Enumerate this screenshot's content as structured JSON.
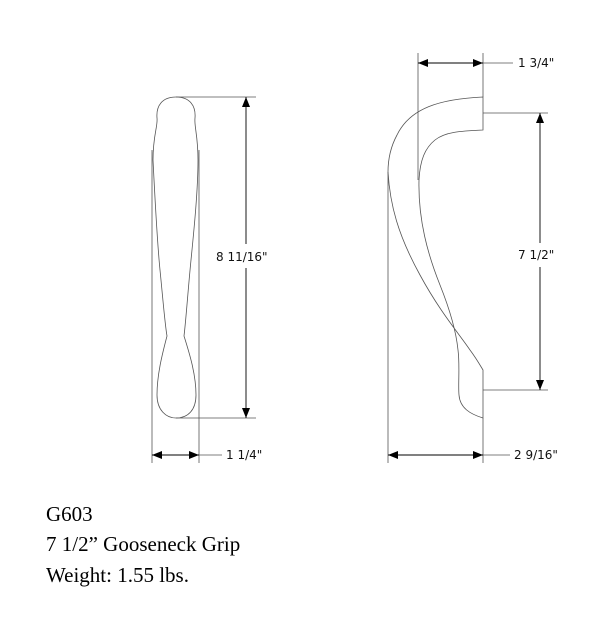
{
  "front_view": {
    "height_label": "8 11/16\"",
    "width_label": "1 1/4\""
  },
  "side_view": {
    "top_label": "1 3/4\"",
    "center_label": "7 1/2\"",
    "depth_label": "2 9/16\""
  },
  "caption": {
    "model": "G603",
    "name": "7 1/2” Gooseneck Grip",
    "weight": "Weight: 1.55 lbs."
  }
}
